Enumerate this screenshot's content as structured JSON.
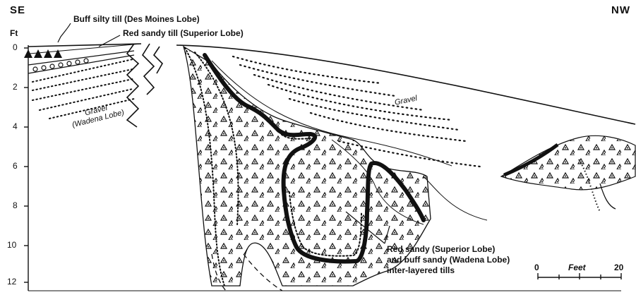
{
  "corners": {
    "left": "SE",
    "right": "NW"
  },
  "axis": {
    "unit": "Ft",
    "ticks": [
      "0",
      "2",
      "4",
      "6",
      "8",
      "10",
      "12"
    ]
  },
  "labels": {
    "buff_silty_till": "Buff silty till (Des Moines Lobe)",
    "red_sandy_till": "Red sandy till (Superior Lobe)",
    "gravel_wadena_1": "Gravel",
    "gravel_wadena_2": "(Wadena Lobe)",
    "gravel_upper": "Gravel",
    "interlayered_1": "Red sandy (Superior Lobe)",
    "interlayered_2": "and buff sandy (Wadena Lobe)",
    "interlayered_3": "inter-layered tills"
  },
  "scale": {
    "start": "0",
    "unit": "Feet",
    "end": "20"
  }
}
